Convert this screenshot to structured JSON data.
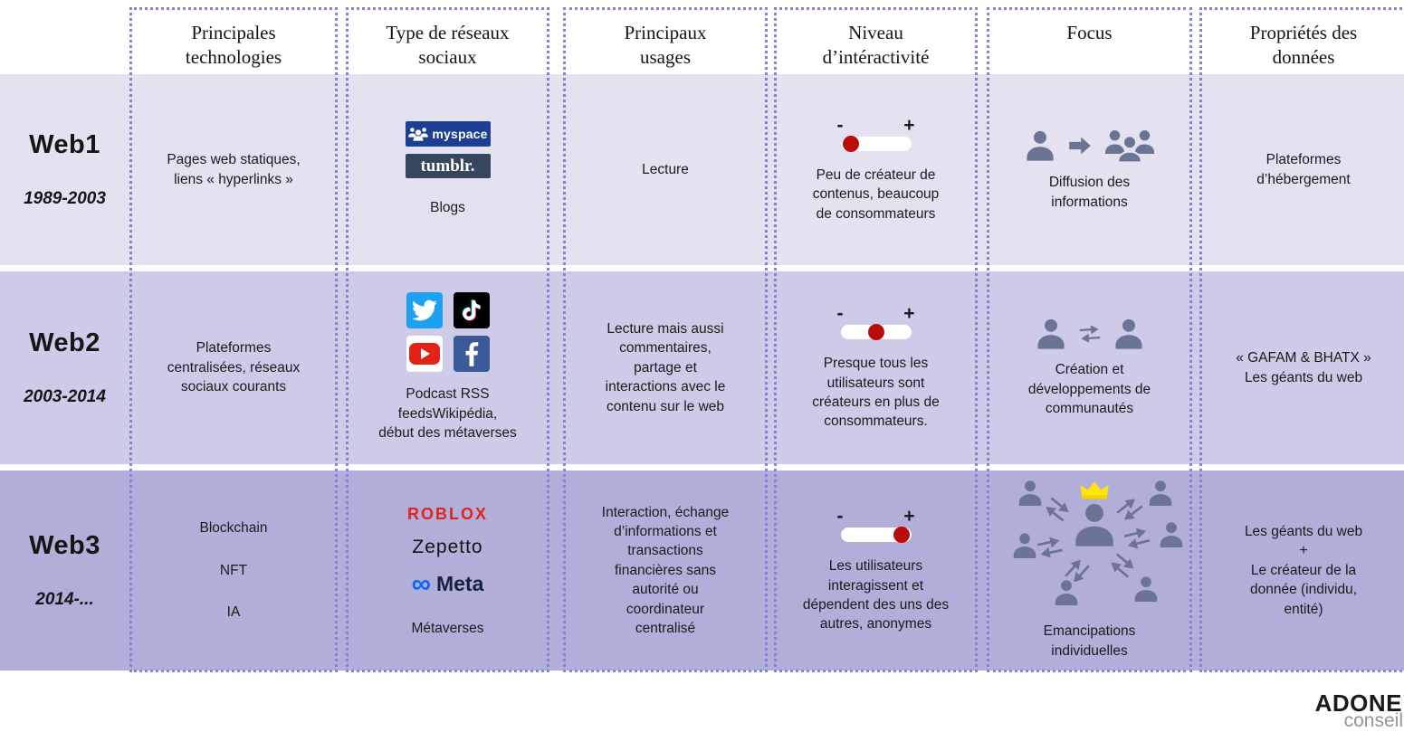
{
  "columns": [
    {
      "id": "technologies",
      "label": "Principales\ntechnologies"
    },
    {
      "id": "social",
      "label": "Type de réseaux\nsociaux"
    },
    {
      "id": "usages",
      "label": "Principaux\nusages"
    },
    {
      "id": "interactivity",
      "label": "Niveau\nd’intéractivité"
    },
    {
      "id": "focus",
      "label": "Focus"
    },
    {
      "id": "data_properties",
      "label": "Propriétés des\ndonnées"
    }
  ],
  "rows": [
    {
      "label": "Web1",
      "period": "1989-2003",
      "technologies": "Pages web statiques,\nliens « hyperlinks »",
      "social": {
        "logos": {
          "myspace": "myspace",
          "tumblr": "tumblr."
        },
        "caption": "Blogs"
      },
      "usages": "Lecture",
      "interactivity": {
        "level": "low",
        "caption": "Peu de créateur de\ncontenus, beaucoup\nde consommateurs"
      },
      "focus": {
        "caption": "Diffusion des\ninformations"
      },
      "data_properties": "Plateformes\nd’hébergement"
    },
    {
      "label": "Web2",
      "period": "2003-2014",
      "technologies": "Plateformes\ncentralisées, réseaux\nsociaux courants",
      "social": {
        "icons": [
          "twitter",
          "tiktok",
          "youtube",
          "facebook"
        ],
        "caption": "Podcast RSS\nfeedsWikipédia,\ndébut des métaverses"
      },
      "usages": "Lecture mais aussi\ncommentaires,\npartage et\ninteractions avec le\ncontenu sur le web",
      "interactivity": {
        "level": "mid",
        "caption": "Presque tous les\nutilisateurs sont\ncréateurs en plus de\nconsommateurs."
      },
      "focus": {
        "caption": "Création et\ndéveloppements de\ncommunautés"
      },
      "data_properties": "« GAFAM & BHATX »\nLes géants du web"
    },
    {
      "label": "Web3",
      "period": "2014-...",
      "technologies": "Blockchain\n\nNFT\n\nIA",
      "social": {
        "logos": {
          "roblox": "ROBLOX",
          "zepetto": "Zepetto",
          "meta_infinity": "∞",
          "meta": "Meta"
        },
        "caption": "Métaverses"
      },
      "usages": "Interaction, échange\nd’informations et\ntransactions\nfinancières sans\nautorité ou\ncoordinateur\ncentralisé",
      "interactivity": {
        "level": "high",
        "caption": "Les utilisateurs\ninteragissent et\ndépendent des uns des\nautres, anonymes"
      },
      "focus": {
        "caption": "Emancipations\nindividuelles"
      },
      "data_properties": "Les géants du web\n+\nLe créateur de la\ndonnée (individu,\nentité)"
    }
  ],
  "slider": {
    "minus": "-",
    "plus": "+",
    "dot_color": "#b90c0c"
  },
  "brand": {
    "name": "ADONE",
    "suffix": "conseil",
    "dot_color": "#e8262a"
  },
  "colors": {
    "row1_bg": "#e4e2f1",
    "row2_bg": "#cecbe8",
    "row3_bg": "#b2aeda",
    "dotted_border": "#8186d4",
    "person_icon": "#6b7495",
    "crown": "#ffe600",
    "myspace_bg": "#1c3f94",
    "tumblr_bg": "#36465d",
    "twitter_bg": "#1da1f2",
    "tiktok_bg": "#010101",
    "youtube_red": "#e62117",
    "facebook_bg": "#3d5a98",
    "roblox_red": "#e2231a",
    "meta_blue": "#0866ff"
  }
}
